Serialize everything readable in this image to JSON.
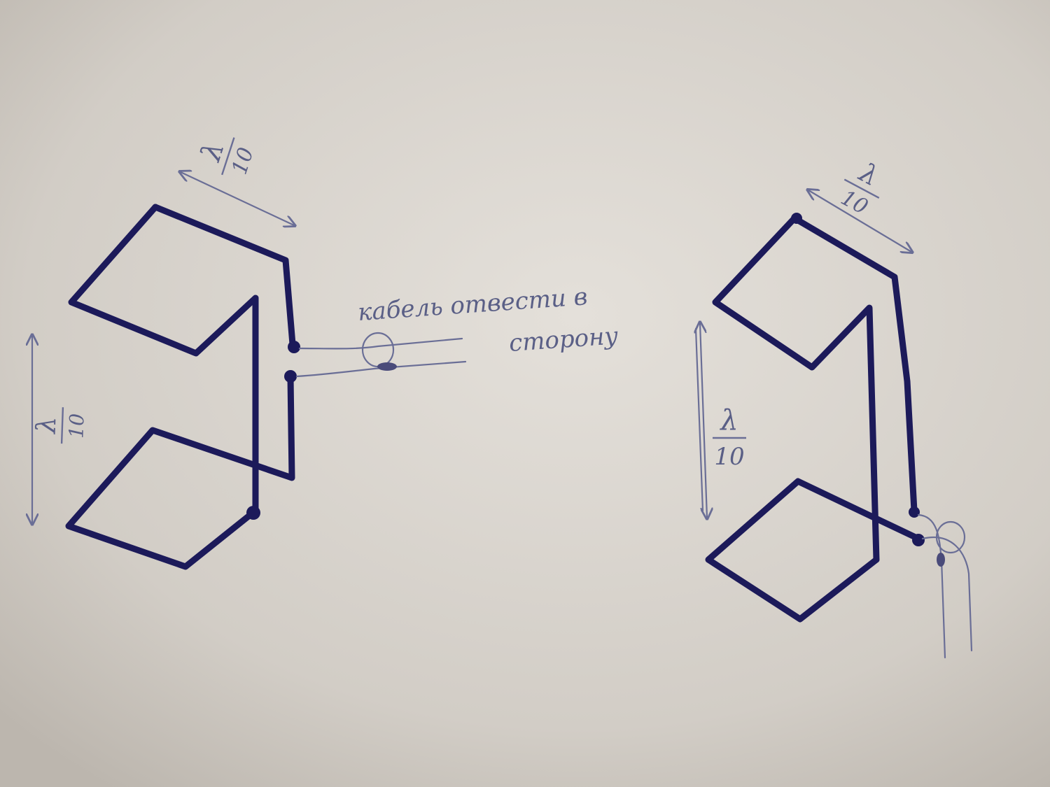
{
  "left_antenna": {
    "top_dimension": {
      "numerator": "λ",
      "denominator": "10"
    },
    "side_dimension": {
      "numerator": "λ",
      "denominator": "10"
    },
    "cable_note": {
      "line1": "кабель отвести в",
      "line2": "сторону"
    }
  },
  "right_antenna": {
    "top_dimension": {
      "numerator": "λ",
      "denominator": "10"
    },
    "side_dimension": {
      "numerator": "λ",
      "denominator": "10"
    }
  },
  "colors": {
    "paper": "#cfcac4",
    "ink": "#1c1a5a",
    "thin_ink": "#6a6e96"
  }
}
